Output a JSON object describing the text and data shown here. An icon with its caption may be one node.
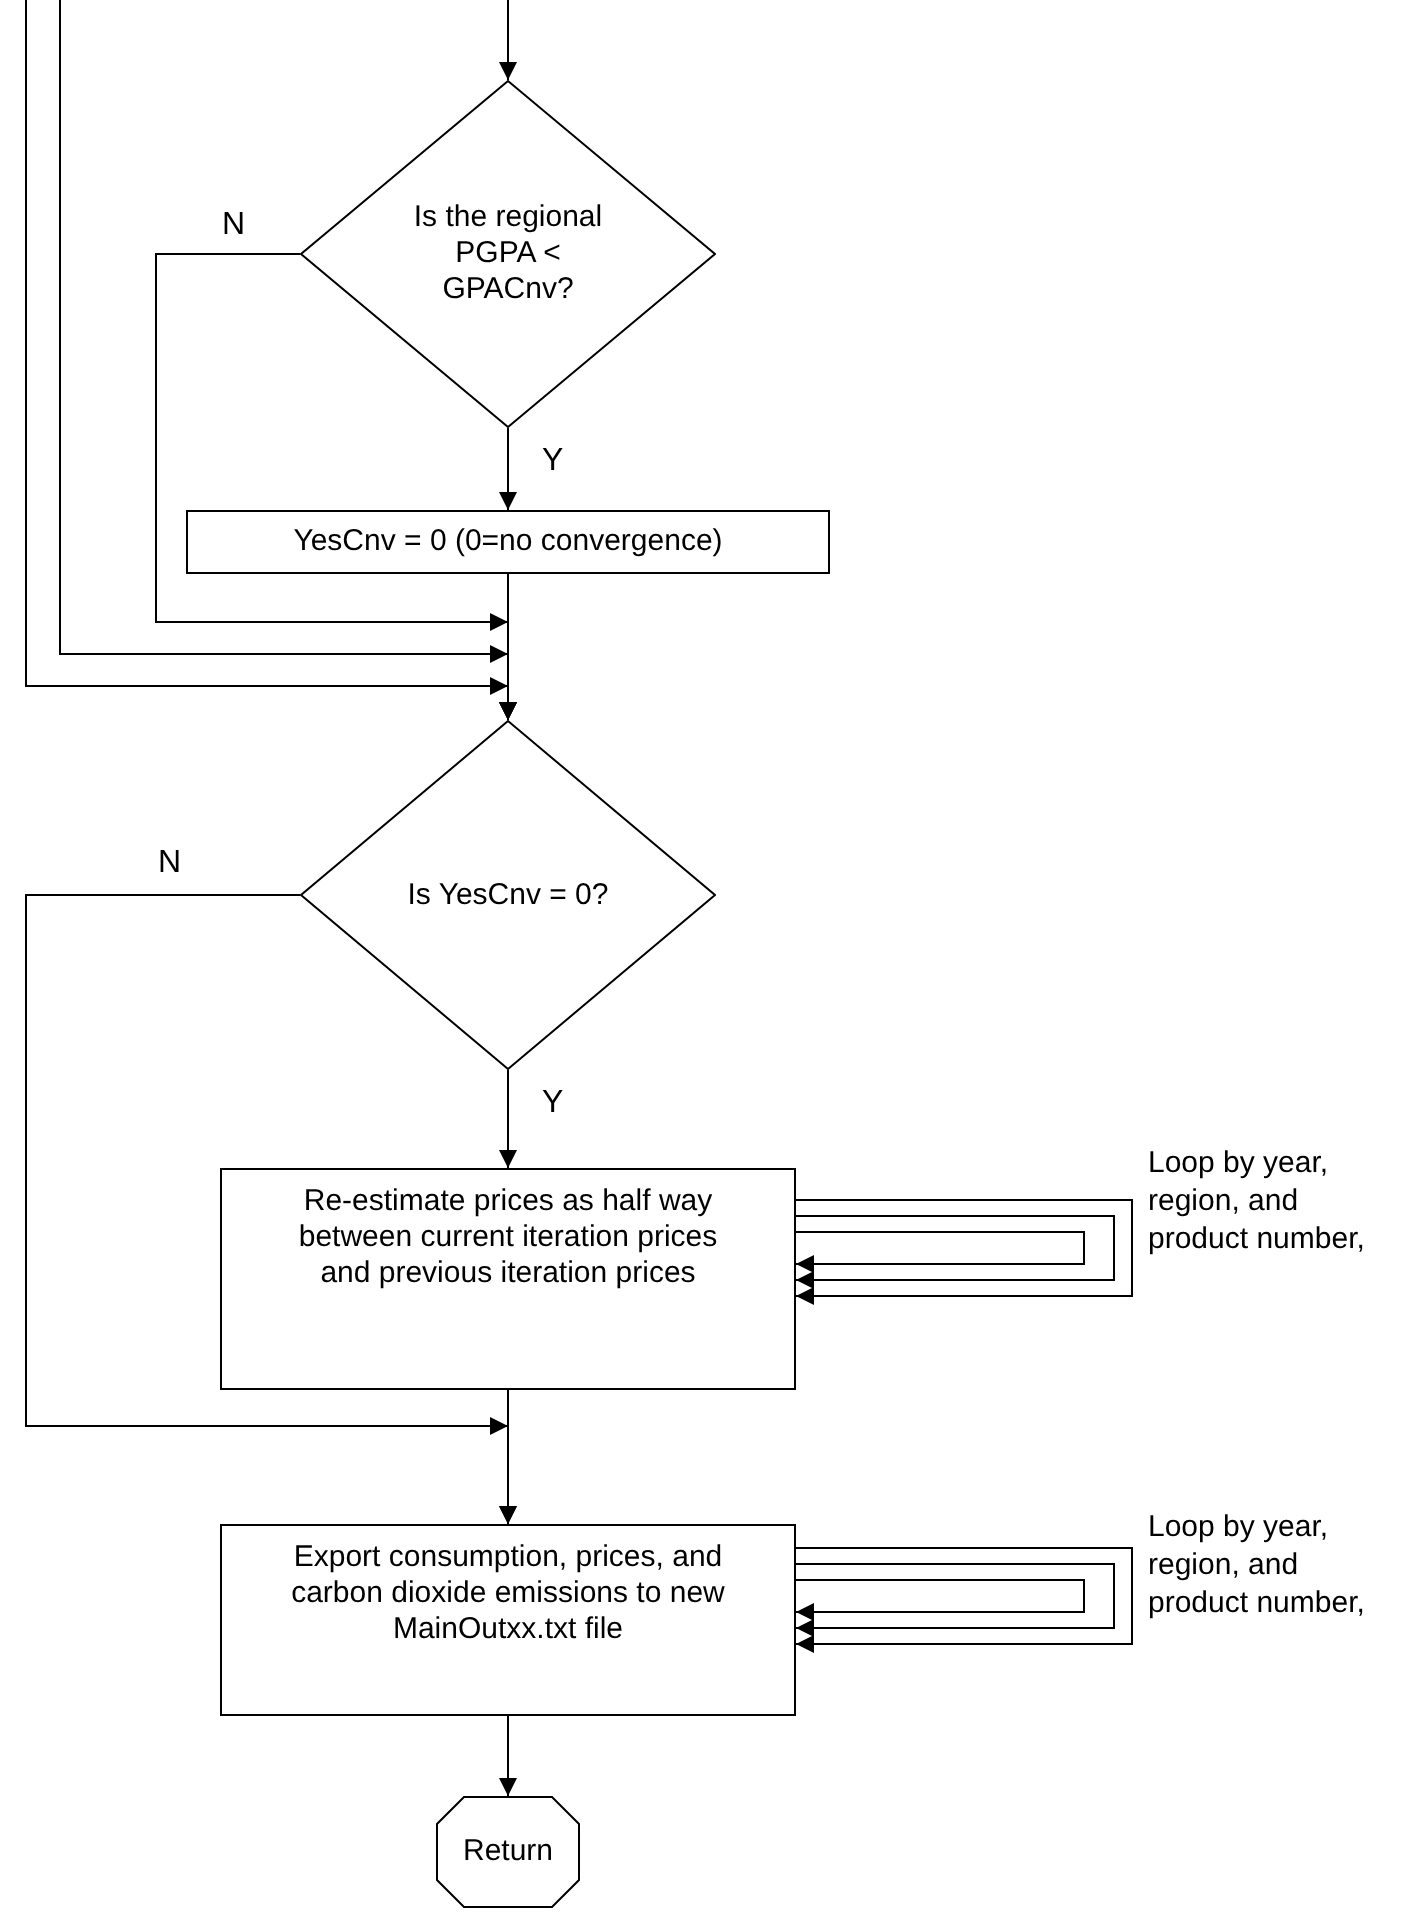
{
  "diagram": {
    "nodes": [
      {
        "text": [
          "Is the regional PGPA < GPACnv?"
        ]
      },
      {
        "text": [
          "YesCnv = 0 (0=no convergence)"
        ]
      },
      {
        "text": [
          "Is YesCnv = 0?"
        ]
      },
      {
        "text": [
          "Re-estimate prices as half way between current iteration prices and previous iteration prices"
        ]
      },
      {
        "text": [
          "Export consumption, prices, and carbon dioxide emissions to new MainOutxx.txt file"
        ]
      },
      {
        "text": [
          "Return"
        ]
      }
    ],
    "edges": [
      {
        "from": null,
        "to": 0,
        "arrow": "to"
      },
      {
        "from": 0,
        "to": 1,
        "arrow": "to",
        "label": "Y"
      },
      {
        "from": 0,
        "to": 2,
        "arrow": "to",
        "label": "N"
      },
      {
        "from": 1,
        "to": 2,
        "arrow": "to"
      },
      {
        "from": null,
        "to": 2,
        "arrow": "to"
      },
      {
        "from": null,
        "to": 2,
        "arrow": "to"
      },
      {
        "from": 2,
        "to": 3,
        "arrow": "to",
        "label": "Y"
      },
      {
        "from": 2,
        "to": 4,
        "arrow": "to",
        "label": "N"
      },
      {
        "from": 3,
        "to": 4,
        "arrow": "to"
      },
      {
        "from": 3,
        "to": 3,
        "arrow": "to"
      },
      {
        "from": 3,
        "to": 3,
        "arrow": "to"
      },
      {
        "from": 3,
        "to": 3,
        "arrow": "to"
      },
      {
        "from": 4,
        "to": 4,
        "arrow": "to"
      },
      {
        "from": 4,
        "to": 4,
        "arrow": "to"
      },
      {
        "from": 4,
        "to": 4,
        "arrow": "to"
      },
      {
        "from": 4,
        "to": 5,
        "arrow": "to"
      }
    ],
    "labels": [
      "Loop by year, region, and product number,",
      "Loop by year, region, and product number,"
    ]
  }
}
